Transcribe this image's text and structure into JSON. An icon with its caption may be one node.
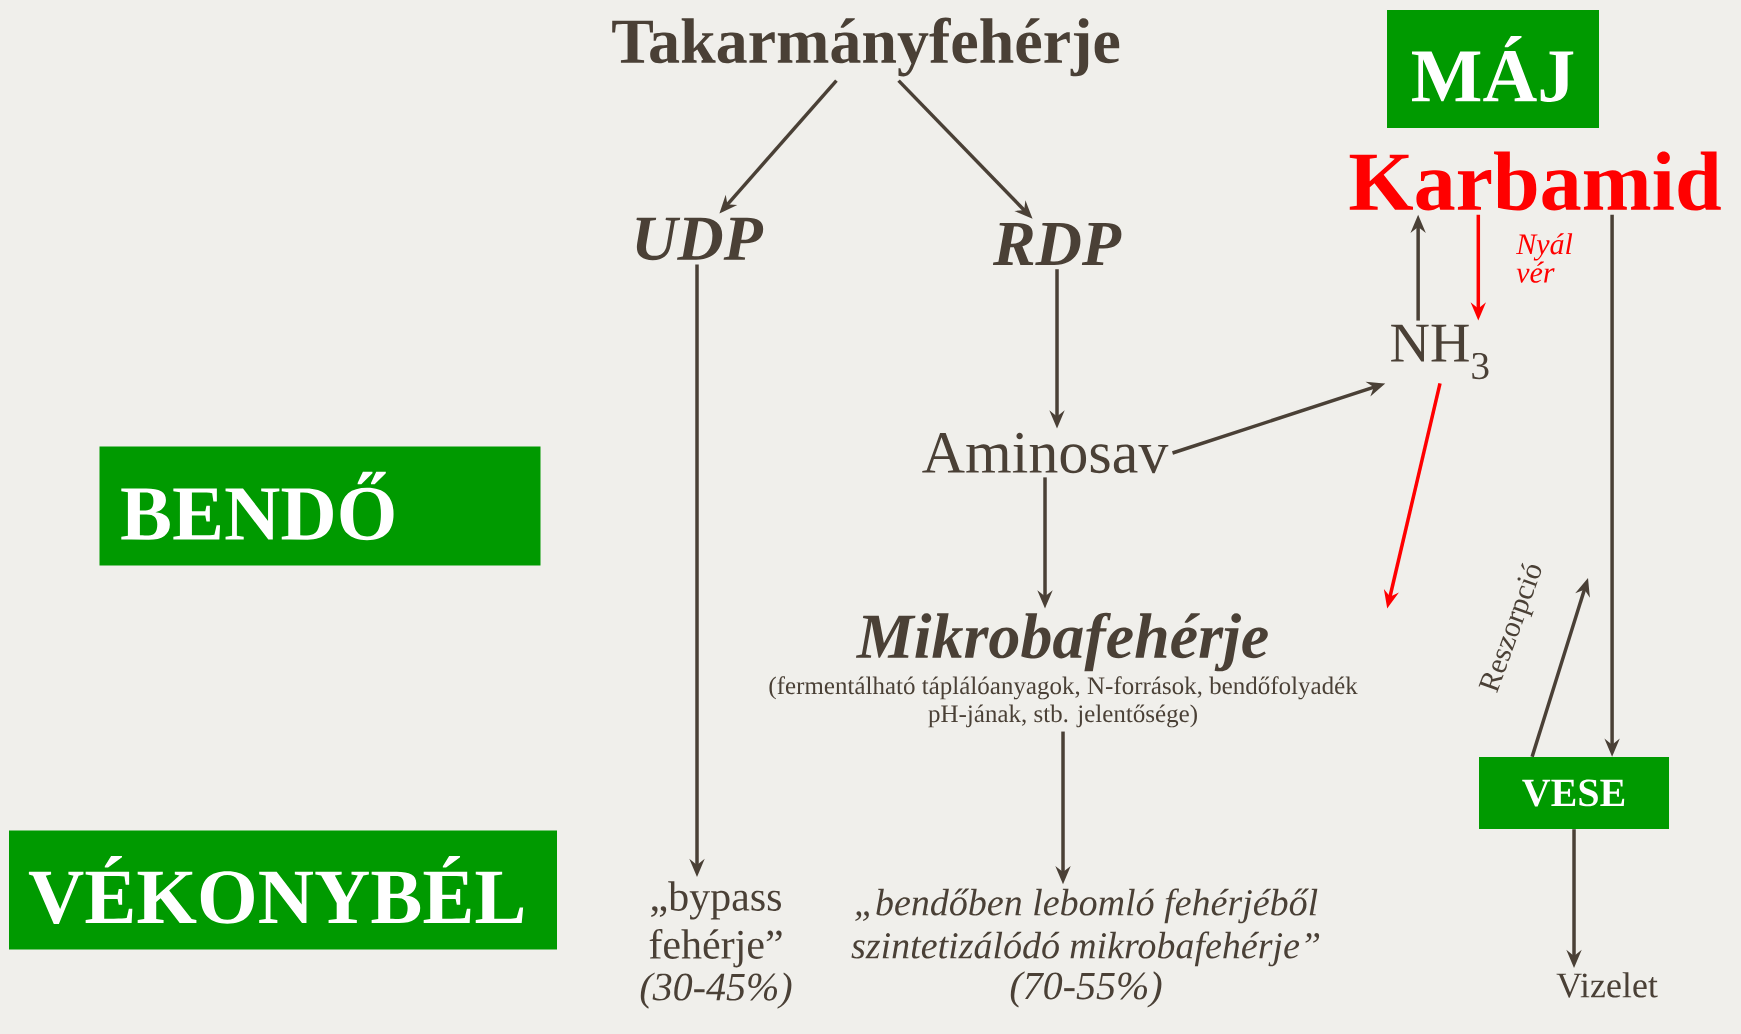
{
  "diagram": {
    "nodes": [
      {
        "text": [
          "Takarmányfehérje"
        ]
      },
      {
        "text": [
          "UDP"
        ]
      },
      {
        "text": [
          "RDP"
        ]
      },
      {
        "text": [
          "Aminosav"
        ]
      },
      {
        "text": [
          "Mikrobafehérje"
        ],
        "beside": [
          "(fermentálható táplálóanyagok, N-források, bendőfolyadék pH-jának, stb. jelentősége)"
        ]
      },
      {
        "text": [
          "„bypass fehérje”"
        ],
        "beside": [
          "(30-45%)"
        ]
      },
      {
        "text": [
          "„bendőben lebomló fehérjéből szintetizálódó mikrobafehérje”"
        ],
        "beside": [
          "(70-55%)"
        ]
      },
      {
        "text": [
          "MÁJ"
        ]
      },
      {
        "text": [
          "Karbamid"
        ]
      },
      {
        "text": [
          "NH$_{3}$"
        ]
      },
      {
        "text": [
          "VESE"
        ]
      },
      {
        "text": [
          "Vizelet"
        ]
      },
      {
        "text": [
          "BENDŐ"
        ]
      },
      {
        "text": [
          "VÉKONYBÉL"
        ]
      }
    ],
    "edges": [
      {
        "from": 0,
        "to": 1,
        "arrow": "to"
      },
      {
        "from": 0,
        "to": 2,
        "arrow": "to"
      },
      {
        "from": 1,
        "to": 5,
        "arrow": "to"
      },
      {
        "from": 2,
        "to": 3,
        "arrow": "to"
      },
      {
        "from": 3,
        "to": 9,
        "arrow": "to"
      },
      {
        "from": 3,
        "to": 4,
        "arrow": "to"
      },
      {
        "from": 4,
        "to": 6,
        "arrow": "to"
      },
      {
        "from": 9,
        "to": 8,
        "arrow": "to"
      },
      {
        "from": 8,
        "to": 9,
        "arrow": "to",
        "label": "Nyál vér",
        "color": "#ff0000"
      },
      {
        "from": 9,
        "to": 4,
        "arrow": "to",
        "color": "#ff0000"
      },
      {
        "from": 8,
        "to": 10,
        "arrow": "to"
      },
      {
        "from": 10,
        "to": null,
        "arrow": "to",
        "label": "Reszorpció"
      },
      {
        "from": 10,
        "to": 11,
        "arrow": "to"
      }
    ]
  }
}
